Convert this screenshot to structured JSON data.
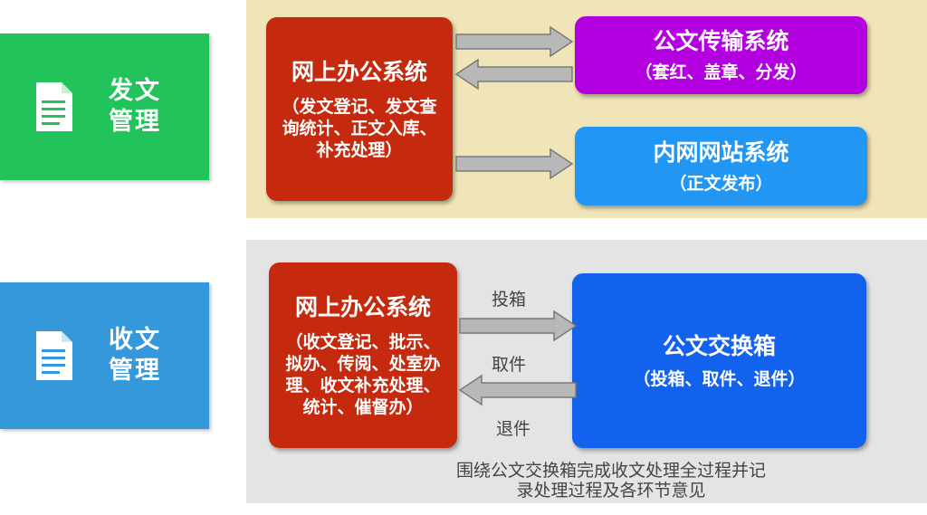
{
  "colors": {
    "send_side": "#21c35a",
    "receive_side": "#3498db",
    "send_panel": "#efe5b8",
    "receive_panel": "#e4e4e4",
    "office_box": "#c5290e",
    "transfer_box": "#b400e0",
    "intranet_box": "#2196f3",
    "exchange_box": "#1262ee",
    "arrow_fill": "#b8b8b8",
    "arrow_edge": "#7a7a7a"
  },
  "send_section": {
    "label": "发文管理",
    "icon": "document-icon",
    "office_system": {
      "title": "网上办公系统",
      "subtitle": "（发文登记、发文查询统计、正文入库、补充处理）"
    },
    "transfer_system": {
      "title": "公文传输系统",
      "subtitle": "（套红、盖章、分发）"
    },
    "intranet_system": {
      "title": "内网网站系统",
      "subtitle": "（正文发布）"
    }
  },
  "receive_section": {
    "label": "收文管理",
    "icon": "document-icon",
    "office_system": {
      "title": "网上办公系统",
      "subtitle": "（收文登记、批示、拟办、传阅、处室办理、收文补充处理、统计、催督办）"
    },
    "exchange_box": {
      "title": "公文交换箱",
      "subtitle": "（投箱、取件、退件）"
    },
    "arrow_labels": {
      "deposit": "投箱",
      "fetch": "取件",
      "return": "退件"
    },
    "caption_line1": "围绕公文交换箱完成收文处理全过程并记",
    "caption_line2": "录处理过程及各环节意见"
  }
}
